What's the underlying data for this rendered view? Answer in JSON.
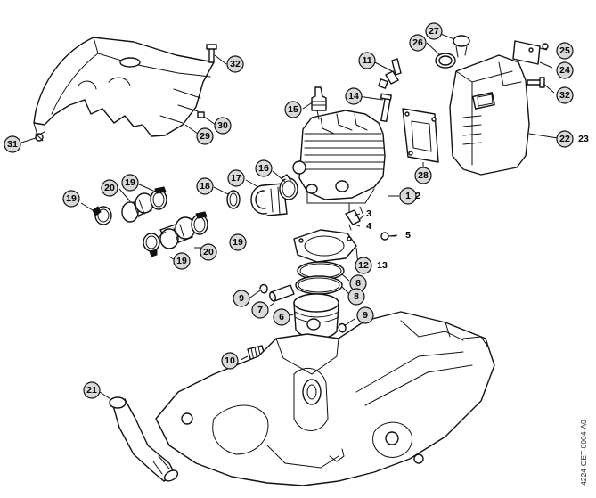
{
  "diagram": {
    "callouts": [
      {
        "id": "c32a",
        "label": "32"
      },
      {
        "id": "c11",
        "label": "11"
      },
      {
        "id": "c27",
        "label": "27"
      },
      {
        "id": "c26",
        "label": "26"
      },
      {
        "id": "c25",
        "label": "25"
      },
      {
        "id": "c24",
        "label": "24"
      },
      {
        "id": "c32b",
        "label": "32"
      },
      {
        "id": "c14",
        "label": "14"
      },
      {
        "id": "c15",
        "label": "15"
      },
      {
        "id": "c30",
        "label": "30"
      },
      {
        "id": "c29",
        "label": "29"
      },
      {
        "id": "c31",
        "label": "31"
      },
      {
        "id": "c22",
        "label": "22"
      },
      {
        "id": "c16",
        "label": "16"
      },
      {
        "id": "c17",
        "label": "17"
      },
      {
        "id": "c18",
        "label": "18"
      },
      {
        "id": "c19a",
        "label": "19"
      },
      {
        "id": "c19b",
        "label": "19"
      },
      {
        "id": "c20a",
        "label": "20"
      },
      {
        "id": "c28",
        "label": "28"
      },
      {
        "id": "c1",
        "label": "1"
      },
      {
        "id": "c19c",
        "label": "19"
      },
      {
        "id": "c20b",
        "label": "20"
      },
      {
        "id": "c19d",
        "label": "19"
      },
      {
        "id": "c12",
        "label": "12"
      },
      {
        "id": "c8a",
        "label": "8"
      },
      {
        "id": "c8b",
        "label": "8"
      },
      {
        "id": "c9a",
        "label": "9"
      },
      {
        "id": "c7",
        "label": "7"
      },
      {
        "id": "c6",
        "label": "6"
      },
      {
        "id": "c9b",
        "label": "9"
      },
      {
        "id": "c10",
        "label": "10"
      },
      {
        "id": "c21",
        "label": "21"
      }
    ],
    "plain_labels": [
      {
        "id": "p23",
        "label": "23"
      },
      {
        "id": "p2",
        "label": "2"
      },
      {
        "id": "p3",
        "label": "3"
      },
      {
        "id": "p4",
        "label": "4"
      },
      {
        "id": "p5",
        "label": "5"
      },
      {
        "id": "p13",
        "label": "13"
      }
    ],
    "drawing_code": "4224-GET-0004-A0"
  }
}
